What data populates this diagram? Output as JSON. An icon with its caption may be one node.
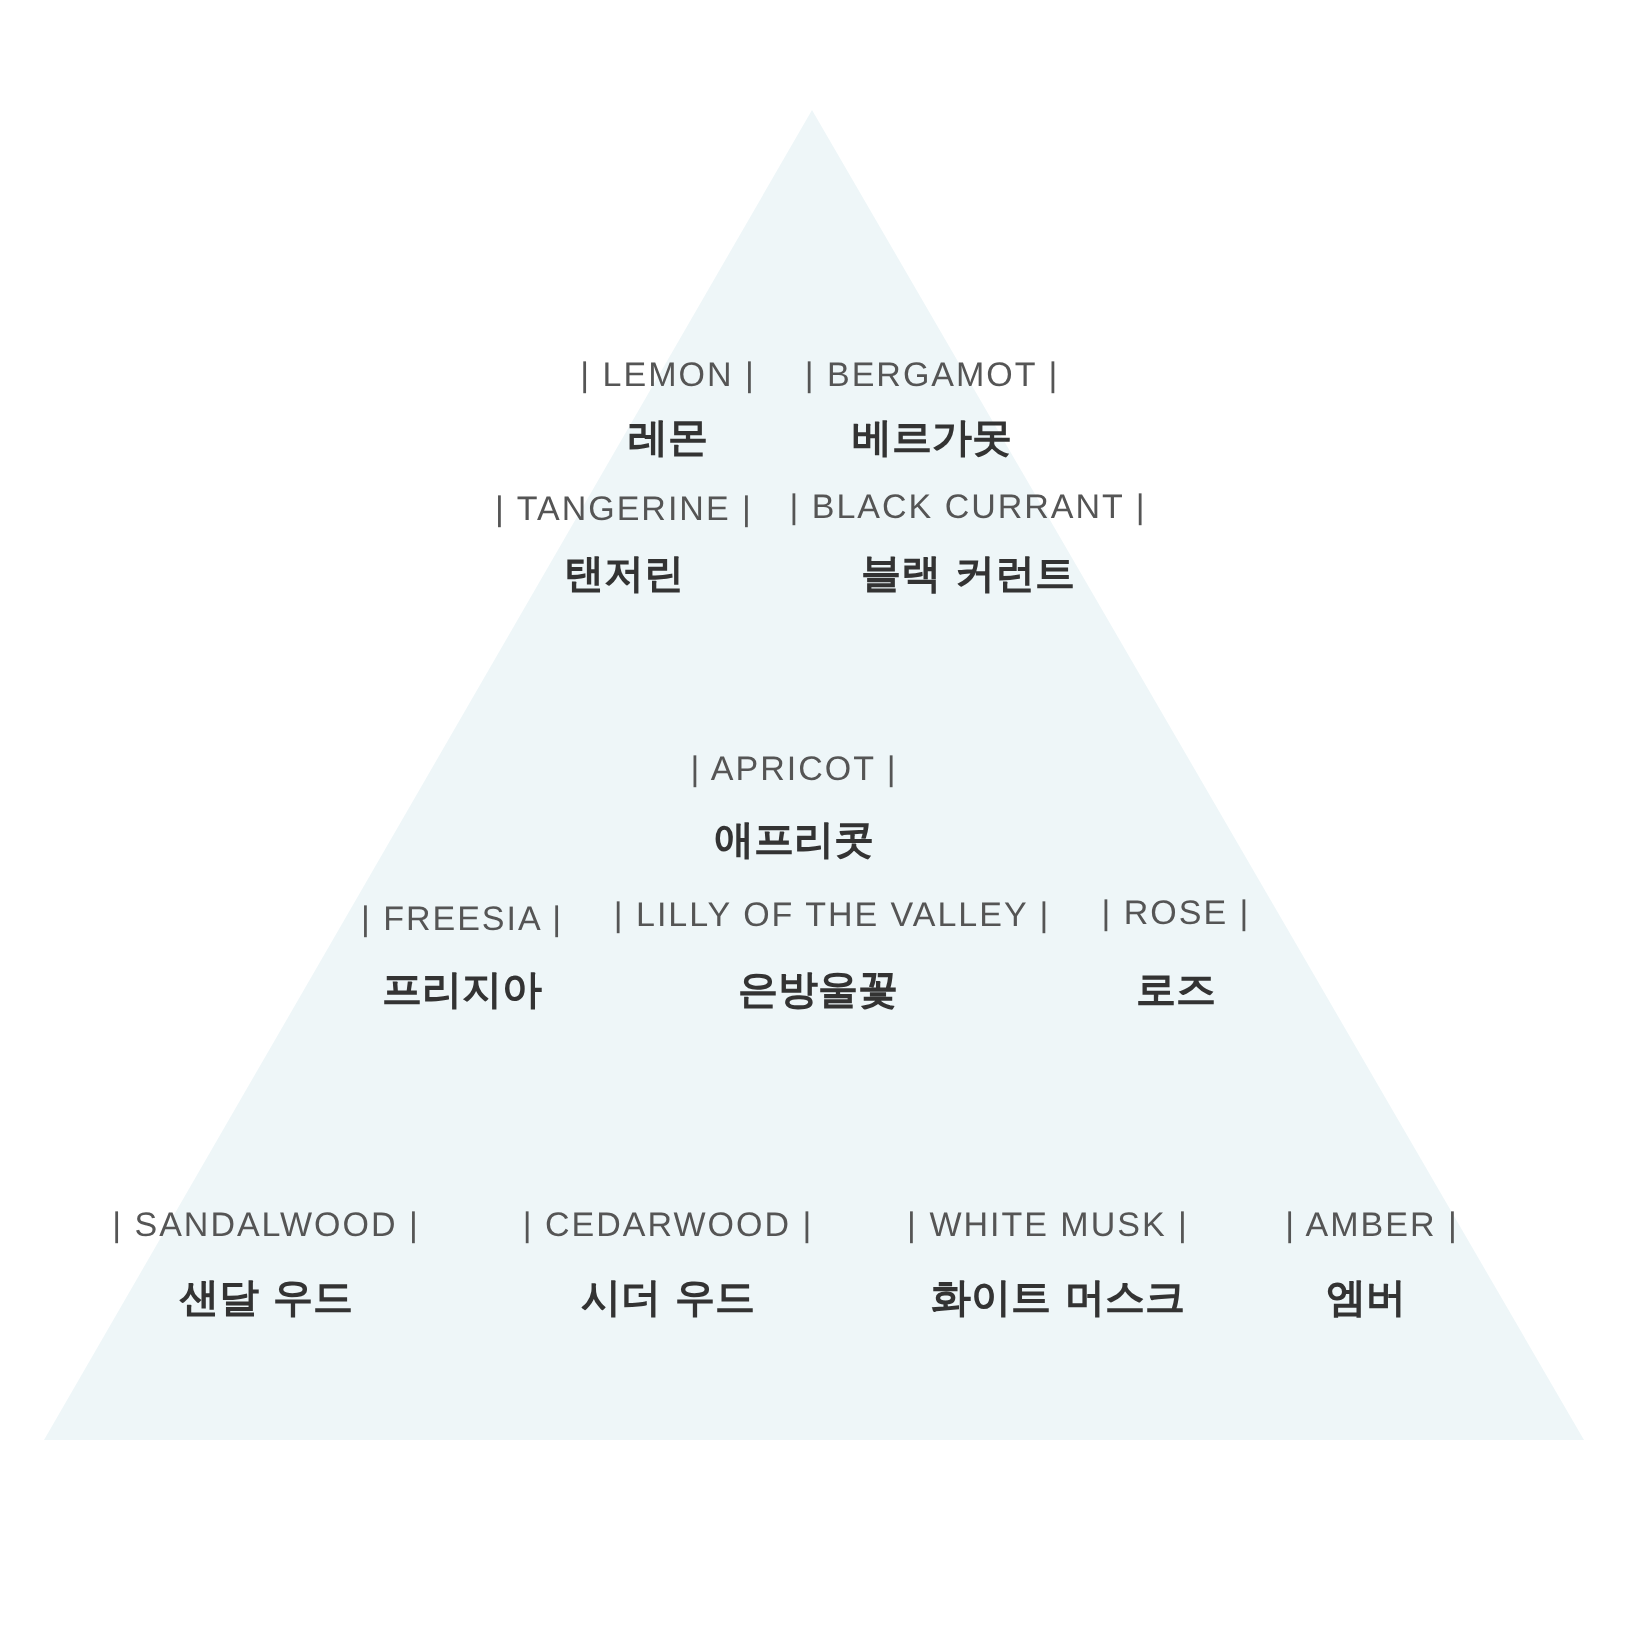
{
  "diagram": {
    "nodes": [
      {
        "text": [
          "| LEMON |",
          "레몬",
          "| BERGAMOT |",
          "베르가못",
          "| TANGERINE |",
          "탠저린",
          "| BLACK CURRANT |",
          "블랙 커런트",
          "| APRICOT |",
          "애프리콧",
          "| FREESIA |",
          "프리지아",
          "| LILLY OF THE VALLEY |",
          "은방울꽃",
          "| ROSE |",
          "로즈",
          "| SANDALWOOD |",
          "샌달 우드",
          "| CEDARWOOD |",
          "시더 우드",
          "| WHITE MUSK |",
          "화이트 머스크",
          "| AMBER |",
          "엠버"
        ]
      }
    ]
  }
}
